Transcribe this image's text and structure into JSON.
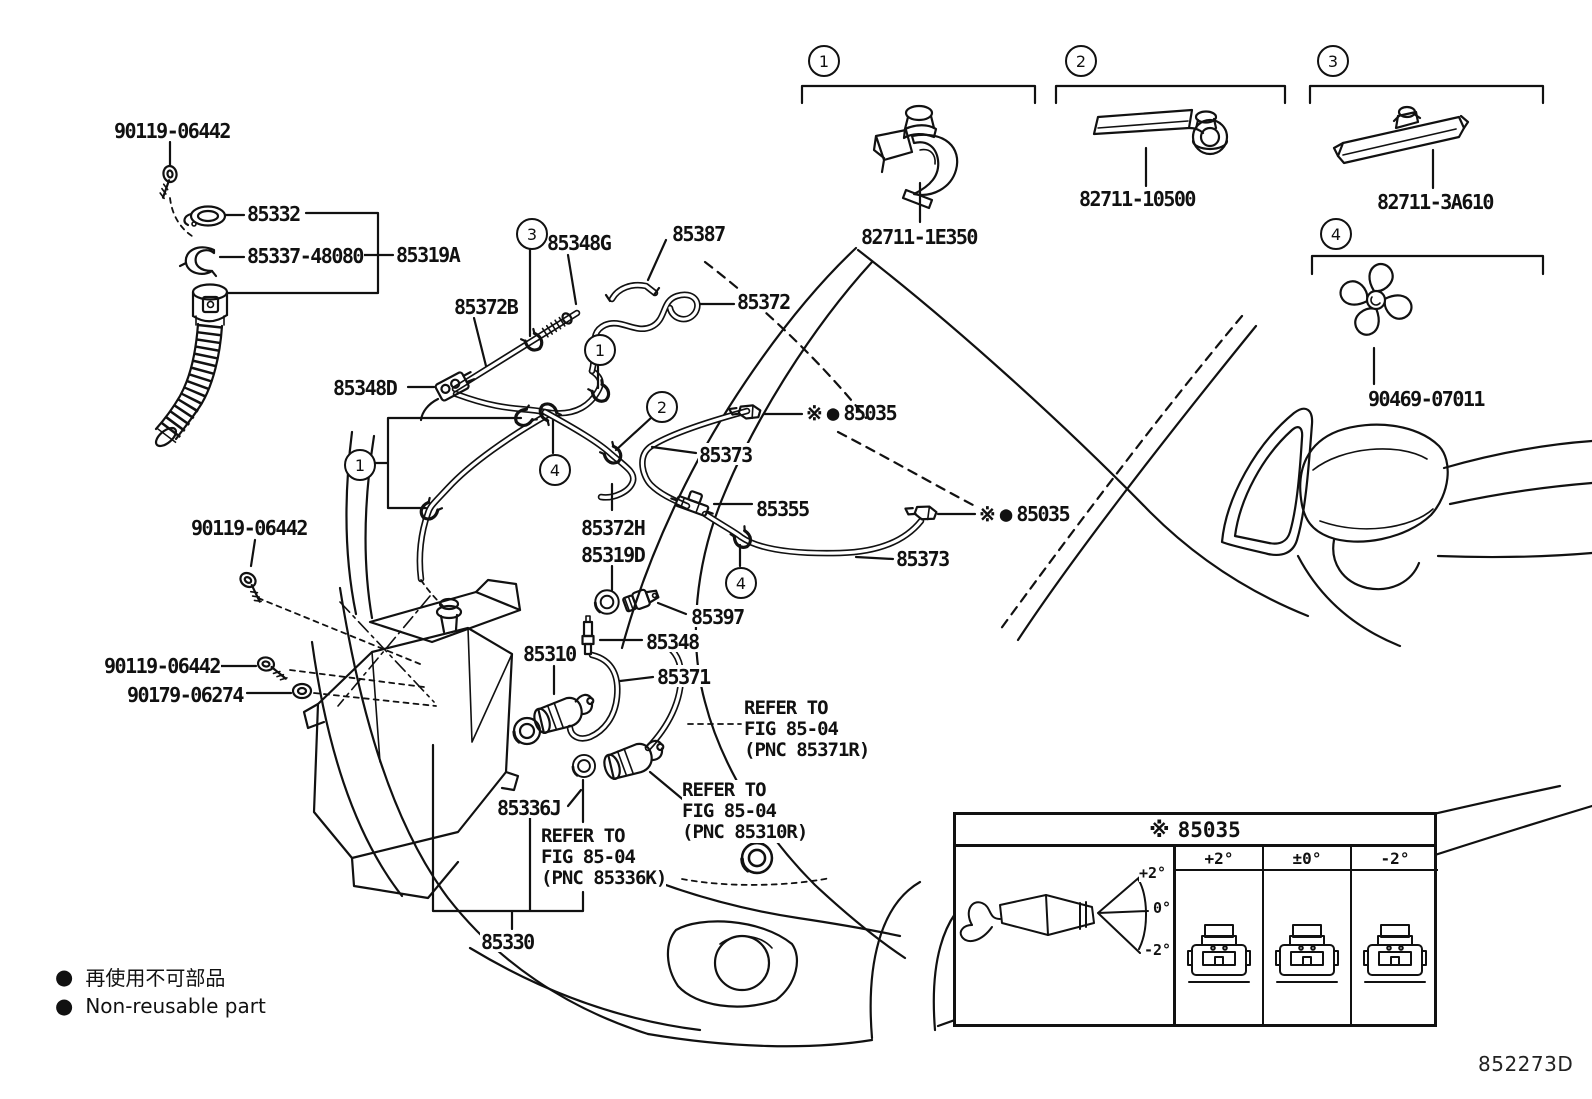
{
  "figure": {
    "code": "852273D"
  },
  "callouts": [
    "1",
    "2",
    "3",
    "4"
  ],
  "labels": {
    "bolt_a": "90119-06442",
    "bolt_b": "90119-06442",
    "bolt_c": "90119-06442",
    "washer_retainer": "90179-06274",
    "cap": "85332",
    "packing": "85337-48080",
    "inlet": "85319A",
    "hose_372b": "85372B",
    "joint_348g": "85348G",
    "guide_387": "85387",
    "hose_372": "85372",
    "hose_372h": "85372H",
    "grommet_319d": "85319D",
    "clip_1e350": "82711-1E350",
    "clip_10500": "82711-10500",
    "clip_3a610": "82711-3A610",
    "clip_07011": "90469-07011",
    "hose_373_a": "85373",
    "hose_373_b": "85373",
    "joint_355": "85355",
    "nozzle_397": "85397",
    "joint_348": "85348",
    "joint_348d": "85348D",
    "pump_310": "85310",
    "hose_371": "85371",
    "grommet_336j": "85336J",
    "jar_330": "85330"
  },
  "nozzle_note": {
    "sym": "※",
    "dot": "●",
    "num": "85035"
  },
  "refer_notes": [
    {
      "l1": "REFER TO",
      "l2": "FIG 85-04",
      "l3": "(PNC 85371R)"
    },
    {
      "l1": "REFER TO",
      "l2": "FIG 85-04",
      "l3": "(PNC 85310R)"
    },
    {
      "l1": "REFER TO",
      "l2": "FIG 85-04",
      "l3": "(PNC 85336K)"
    }
  ],
  "legend": [
    {
      "dot": "●",
      "text": "再使用不可部品"
    },
    {
      "dot": "●",
      "text": "Non-reusable part"
    }
  ],
  "inset": {
    "title_sym": "※",
    "title_num": "85035",
    "columns": [
      "+2°",
      "±0°",
      "-2°"
    ],
    "angle_marks": [
      "+2°",
      "0°",
      "-2°"
    ]
  }
}
